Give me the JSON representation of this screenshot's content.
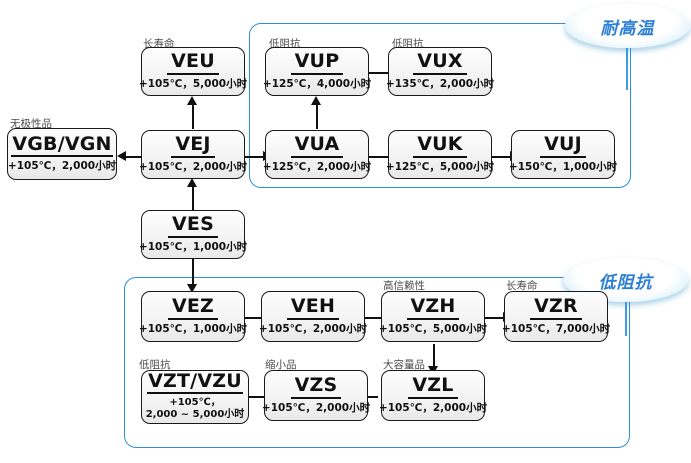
{
  "diagram": {
    "title": "Aluminum electrolytic capacitor series selection flow chart",
    "accent_color": "#2f8fd8",
    "badges": [
      {
        "name": "high-temperature",
        "label": "耐高温"
      },
      {
        "name": "low-impedance",
        "label": "低阻抗"
      }
    ],
    "nodes": [
      {
        "id": "VGB_VGN",
        "code": "VGB/VGN",
        "spec": "+105℃，2,000小时",
        "caption": "无极性品"
      },
      {
        "id": "VEU",
        "code": "VEU",
        "spec": "+105℃，5,000小时",
        "caption": "长寿命"
      },
      {
        "id": "VEJ",
        "code": "VEJ",
        "spec": "+105℃，2,000小时",
        "caption": ""
      },
      {
        "id": "VES",
        "code": "VES",
        "spec": "+105℃，1,000小时",
        "caption": ""
      },
      {
        "id": "VUP",
        "code": "VUP",
        "spec": "+125℃，4,000小时",
        "caption": "低阻抗"
      },
      {
        "id": "VUX",
        "code": "VUX",
        "spec": "+135℃，2,000小时",
        "caption": "低阻抗"
      },
      {
        "id": "VUA",
        "code": "VUA",
        "spec": "+125℃，2,000小时",
        "caption": ""
      },
      {
        "id": "VUK",
        "code": "VUK",
        "spec": "+125℃，5,000小时",
        "caption": ""
      },
      {
        "id": "VUJ",
        "code": "VUJ",
        "spec": "+150℃，1,000小时",
        "caption": ""
      },
      {
        "id": "VEZ",
        "code": "VEZ",
        "spec": "+105℃，1,000小时",
        "caption": ""
      },
      {
        "id": "VEH",
        "code": "VEH",
        "spec": "+105℃，2,000小时",
        "caption": ""
      },
      {
        "id": "VZH",
        "code": "VZH",
        "spec": "+105℃，5,000小时",
        "caption": "高信赖性"
      },
      {
        "id": "VZR",
        "code": "VZR",
        "spec": "+105℃，7,000小时",
        "caption": "长寿命"
      },
      {
        "id": "VZL",
        "code": "VZL",
        "spec": "+105℃，2,000小时",
        "caption": "大容量品"
      },
      {
        "id": "VZS",
        "code": "VZS",
        "spec": "+105℃，2,000小时",
        "caption": "缩小品"
      },
      {
        "id": "VZT_VZU",
        "code": "VZT/VZU",
        "spec_line1": "+105℃，",
        "spec_line2": "2,000 ~ 5,000小时",
        "caption": "低阻抗"
      }
    ]
  }
}
